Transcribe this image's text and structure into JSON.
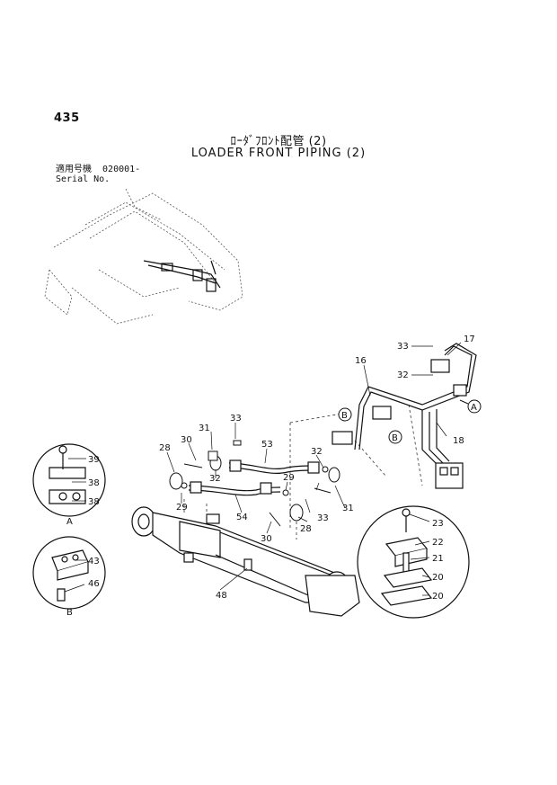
{
  "header": {
    "page_number": "435",
    "title_jp": "ﾛｰﾀﾞﾌﾛﾝﾄ配管 (2)",
    "title_en": "LOADER FRONT PIPING (2)",
    "serial_label_jp": "適用号機  020001-",
    "serial_label_en": "Serial No."
  },
  "callouts": {
    "p16": "16",
    "p17": "17",
    "p18": "18",
    "p20a": "20",
    "p20b": "20",
    "p21": "21",
    "p22": "22",
    "p23": "23",
    "p28a": "28",
    "p28b": "28",
    "p29a": "29",
    "p29b": "29",
    "p30a": "30",
    "p30b": "30",
    "p31a": "31",
    "p31b": "31",
    "p32a": "32",
    "p32b": "32",
    "p32c": "32",
    "p33a": "33",
    "p33b": "33",
    "p33c": "33",
    "p38a": "38",
    "p38b": "38",
    "p39": "39",
    "p43": "43",
    "p46": "46",
    "p48": "48",
    "p53": "53",
    "p54": "54"
  },
  "view_markers": {
    "a_top": "A",
    "a_bottom": "A",
    "b_left": "B",
    "b_right": "B",
    "b_bottom": "B"
  }
}
